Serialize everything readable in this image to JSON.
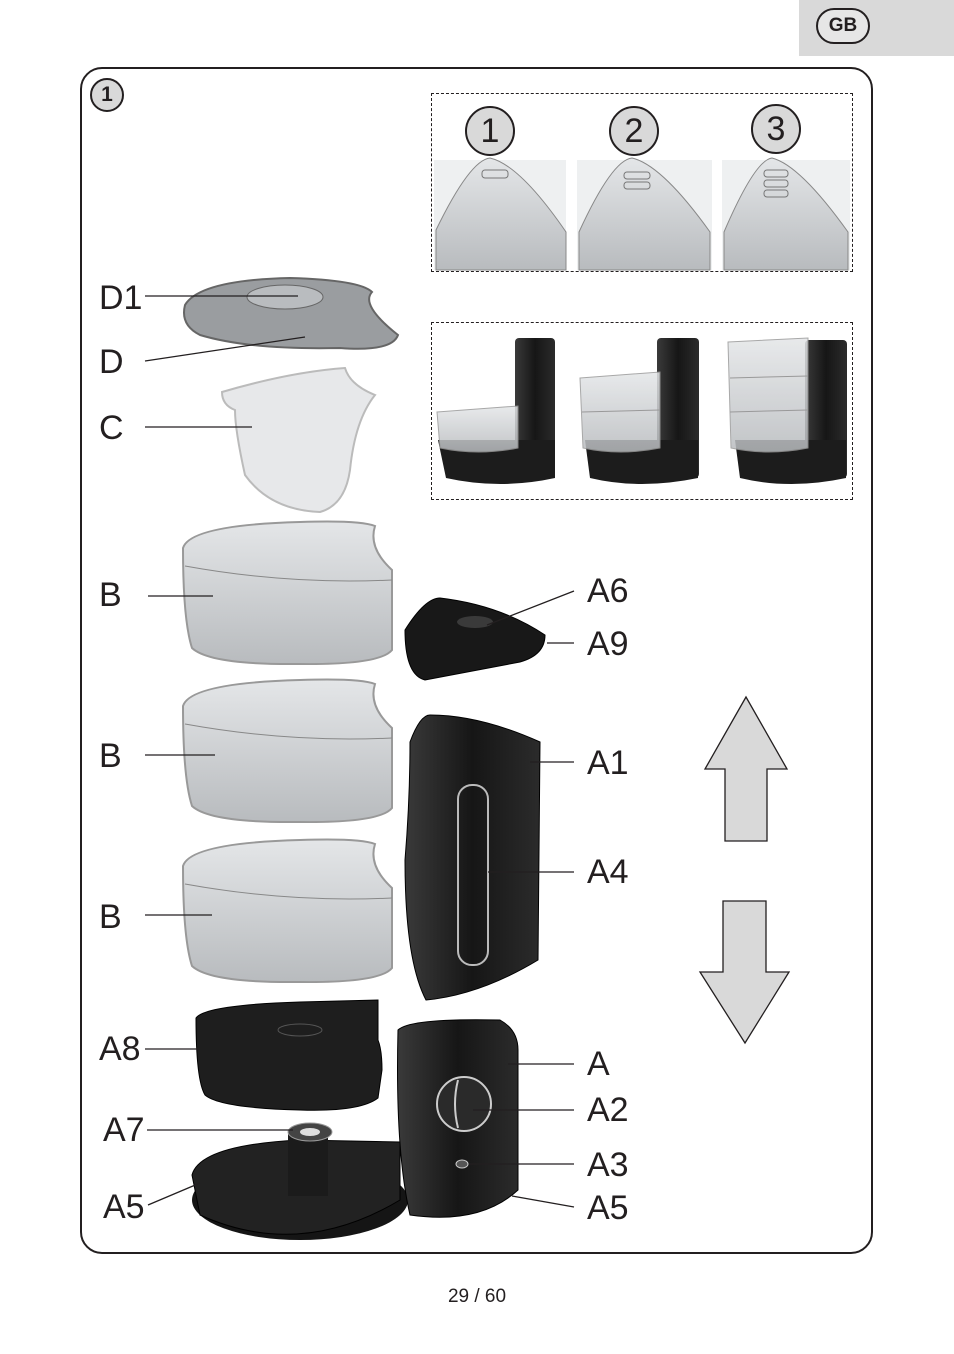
{
  "header": {
    "language_badge": "GB"
  },
  "figure": {
    "number": "1",
    "steps": [
      "1",
      "2",
      "3"
    ],
    "labels": {
      "d1": "D1",
      "d": "D",
      "c": "C",
      "b1": "B",
      "b2": "B",
      "b3": "B",
      "a8": "A8",
      "a7": "A7",
      "a5_left": "A5",
      "a6": "A6",
      "a9": "A9",
      "a1": "A1",
      "a4": "A4",
      "a": "A",
      "a2": "A2",
      "a3": "A3",
      "a5_right": "A5"
    },
    "arrows": [
      "up-arrow",
      "down-arrow"
    ]
  },
  "footer": {
    "page": "29 / 60"
  },
  "colors": {
    "gray_fill": "#d9d9d9",
    "dark_plastic": "#1c1c1c",
    "clear_plastic": "#c8cacc",
    "ink": "#231f20"
  }
}
